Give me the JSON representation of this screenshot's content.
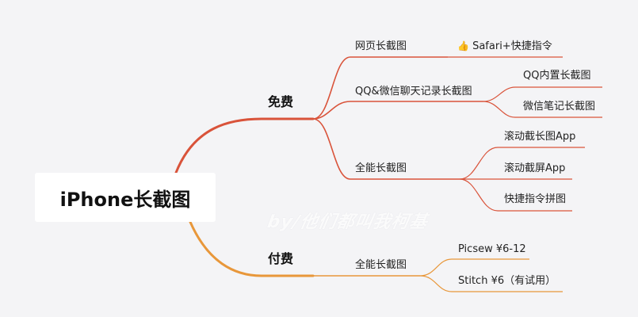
{
  "colors": {
    "free_branch": "#d9533a",
    "paid_branch": "#e8973a",
    "background": "#f4f4f6"
  },
  "root": {
    "label": "iPhone长截图"
  },
  "branches": {
    "free": {
      "label": "免费",
      "children": [
        {
          "label": "网页长截图",
          "children": [
            {
              "icon": "thumbs-up-icon",
              "label": "Safari+快捷指令"
            }
          ]
        },
        {
          "label": "QQ&微信聊天记录长截图",
          "children": [
            {
              "label": "QQ内置长截图"
            },
            {
              "label": "微信笔记长截图"
            }
          ]
        },
        {
          "label": "全能长截图",
          "children": [
            {
              "label": "滚动截长图App"
            },
            {
              "label": "滚动截屏App"
            },
            {
              "label": "快捷指令拼图"
            }
          ]
        }
      ]
    },
    "paid": {
      "label": "付费",
      "children": [
        {
          "label": "全能长截图",
          "children": [
            {
              "label": "Picsew ¥6-12"
            },
            {
              "label": "Stitch ¥6（有试用）"
            }
          ]
        }
      ]
    }
  },
  "watermark": "by/他们都叫我柯基"
}
